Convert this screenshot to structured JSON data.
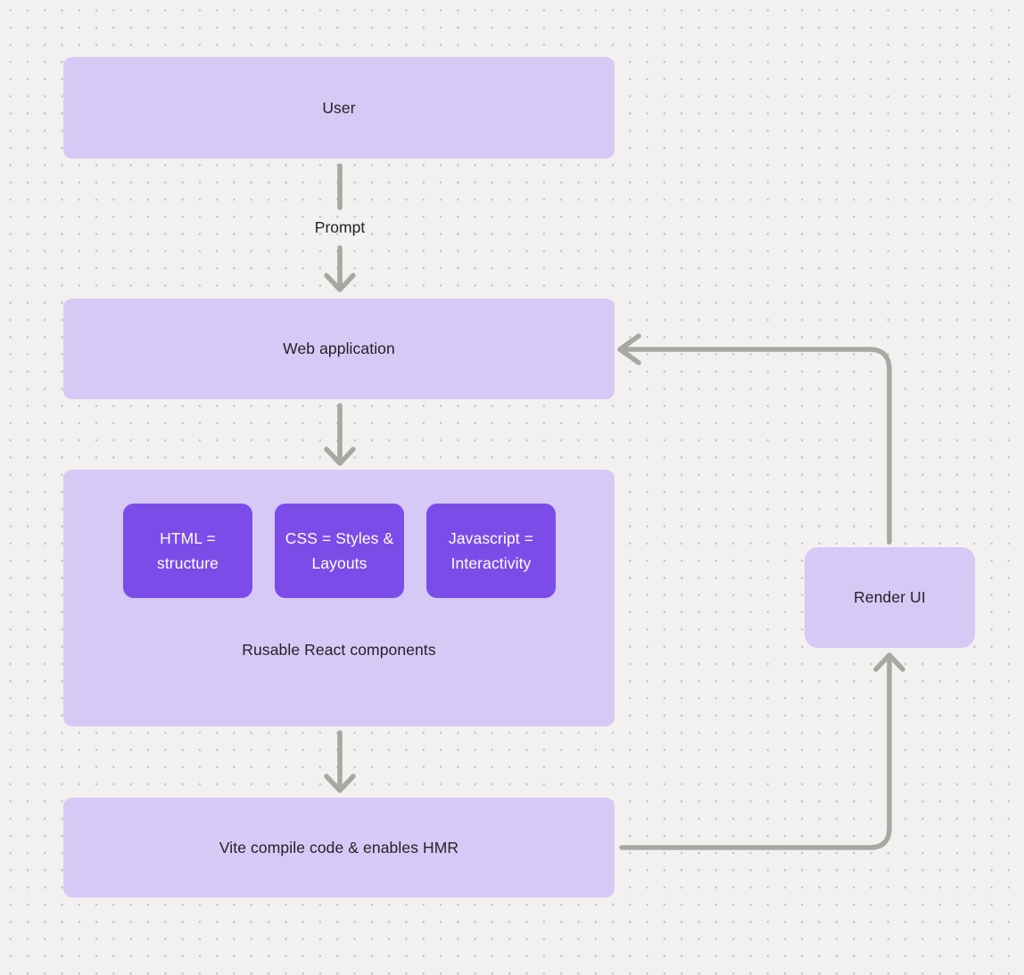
{
  "colors": {
    "background": "#f2f1ef",
    "dot": "#c7c5c2",
    "node_fill": "#d7c9f6",
    "inner_fill": "#7c4ce8",
    "inner_text": "#ffffff",
    "node_text": "#222225",
    "arrow": "#a8a7a4"
  },
  "nodes": {
    "user": {
      "label": "User"
    },
    "web_application": {
      "label": "Web application"
    },
    "components_group": {
      "caption": "Rusable React components"
    },
    "html": {
      "label": "HTML = structure"
    },
    "css": {
      "label": "CSS = Styles & Layouts"
    },
    "javascript": {
      "label": "Javascript = Interactivity"
    },
    "vite": {
      "label": "Vite compile code & enables HMR"
    },
    "render_ui": {
      "label": "Render UI"
    }
  },
  "edges": {
    "prompt_label": "Prompt"
  }
}
